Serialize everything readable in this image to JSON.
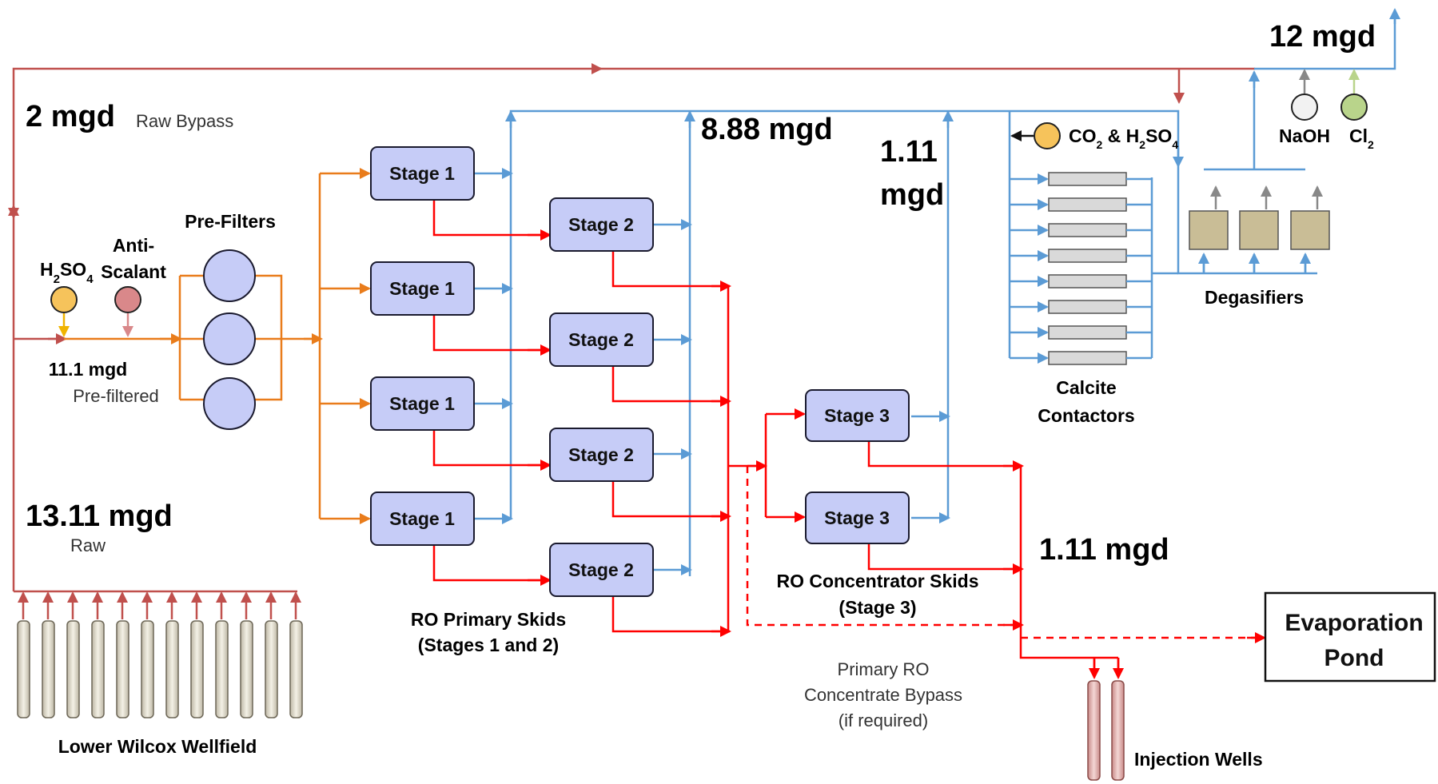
{
  "flows": {
    "product": "12 mgd",
    "raw_bypass_value": "2 mgd",
    "raw_bypass_label": "Raw Bypass",
    "primary_permeate": "8.88 mgd",
    "stage3_permeate_line1": "1.11",
    "stage3_permeate_line2": "mgd",
    "prefiltered_value": "11.1 mgd",
    "prefiltered_label": "Pre-filtered",
    "raw_value": "13.11 mgd",
    "raw_label": "Raw",
    "concentrate_value": "1.11 mgd"
  },
  "chemicals": {
    "h2so4": {
      "main": "H",
      "sub1": "2",
      "mid": "SO",
      "sub2": "4"
    },
    "antiscalant_line1": "Anti-",
    "antiscalant_line2": "Scalant",
    "co2_h2so4": {
      "a": "CO",
      "a_sub": "2",
      "b": " & H",
      "b_sub": "2",
      "c": "SO",
      "c_sub": "4"
    },
    "naoh": "NaOH",
    "cl2": {
      "main": "Cl",
      "sub": "2"
    }
  },
  "labels": {
    "prefilters": "Pre-Filters",
    "degasifiers": "Degasifiers",
    "calcite_line1": "Calcite",
    "calcite_line2": "Contactors",
    "ro_primary_line1": "RO Primary Skids",
    "ro_primary_line2": "(Stages 1 and 2)",
    "ro_conc_line1": "RO Concentrator Skids",
    "ro_conc_line2": "(Stage 3)",
    "bypass_line1": "Primary RO",
    "bypass_line2": "Concentrate Bypass",
    "bypass_line3": "(if required)",
    "wellfield": "Lower Wilcox Wellfield",
    "injection_wells": "Injection Wells",
    "evap_line1": "Evaporation",
    "evap_line2": "Pond"
  },
  "stages": {
    "stage1": [
      "Stage 1",
      "Stage 1",
      "Stage 1",
      "Stage 1"
    ],
    "stage2": [
      "Stage 2",
      "Stage 2",
      "Stage 2",
      "Stage 2"
    ],
    "stage3": [
      "Stage 3",
      "Stage 3"
    ]
  },
  "colors": {
    "raw_water": "#c0504d",
    "prefiltered_feed": "#e97c1b",
    "permeate": "#5b9bd5",
    "concentrate": "#ff0000",
    "stage_fill": "#c6ccf7",
    "h2so4_dot": "#f6c35b",
    "antiscalant_dot": "#d9888a",
    "cl2_dot": "#b9d48b",
    "degasifier_fill": "#c9bd96"
  }
}
